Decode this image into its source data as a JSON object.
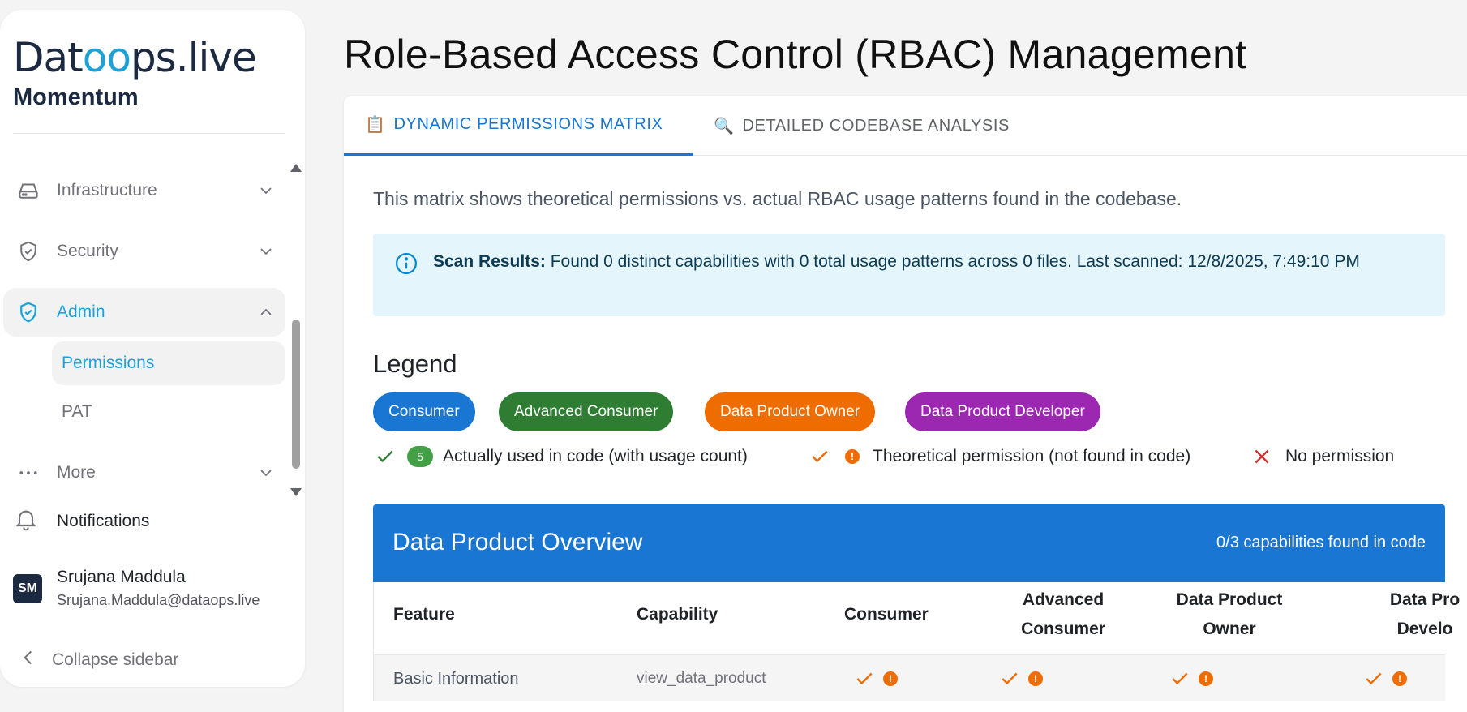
{
  "app": {
    "logo_text_pre": "Dat",
    "logo_text_oo": "oo",
    "logo_text_post": "ps.live",
    "subtitle": "Momentum"
  },
  "sidebar": {
    "items": [
      {
        "label": "Infrastructure",
        "icon": "hard-drive-icon",
        "expanded": false
      },
      {
        "label": "Security",
        "icon": "shield-check-icon",
        "expanded": false
      },
      {
        "label": "Admin",
        "icon": "shield-check-icon",
        "expanded": true,
        "active": true
      },
      {
        "label": "More",
        "icon": "more-dots-icon",
        "expanded": false
      }
    ],
    "admin_sub": [
      {
        "label": "Permissions",
        "active": true
      },
      {
        "label": "PAT",
        "active": false
      }
    ],
    "notifications_label": "Notifications",
    "user": {
      "initials": "SM",
      "name": "Srujana Maddula",
      "email": "Srujana.Maddula@dataops.live"
    },
    "collapse_label": "Collapse sidebar"
  },
  "page": {
    "title": "Role-Based Access Control (RBAC) Management",
    "tabs": [
      {
        "emoji": "📋",
        "label": "DYNAMIC PERMISSIONS MATRIX",
        "active": true
      },
      {
        "emoji": "🔍",
        "label": "DETAILED CODEBASE ANALYSIS",
        "active": false
      }
    ],
    "description": "This matrix shows theoretical permissions vs. actual RBAC usage patterns found in the codebase.",
    "scan": {
      "label": "Scan Results:",
      "text": " Found 0 distinct capabilities with 0 total usage patterns across 0 files. Last scanned: 12/8/2025, 7:49:10 PM"
    },
    "legend": {
      "title": "Legend",
      "roles": [
        {
          "label": "Consumer",
          "color": "#1976d2"
        },
        {
          "label": "Advanced Consumer",
          "color": "#2e7d32"
        },
        {
          "label": "Data Product Owner",
          "color": "#ef6c00"
        },
        {
          "label": "Data Product Developer",
          "color": "#9c27b0"
        }
      ],
      "used_count": "5",
      "used_text": "Actually used in code (with usage count)",
      "theoretical_dot": "!",
      "theoretical_text": "Theoretical permission (not found in code)",
      "none_text": "No permission"
    },
    "section": {
      "title": "Data Product Overview",
      "count_text": "0/3 capabilities found in code",
      "columns": [
        "Feature",
        "Capability",
        "Consumer",
        "Advanced Consumer",
        "Data Product Owner",
        "Data Product Developer"
      ],
      "column_lines": [
        [
          "Feature"
        ],
        [
          "Capability"
        ],
        [
          "Consumer"
        ],
        [
          "Advanced",
          "Consumer"
        ],
        [
          "Data Product",
          "Owner"
        ],
        [
          "Data Pro",
          "Develo"
        ]
      ],
      "rows": [
        {
          "feature": "Basic Information",
          "capability": "view_data_product",
          "dot": "!"
        }
      ]
    }
  }
}
